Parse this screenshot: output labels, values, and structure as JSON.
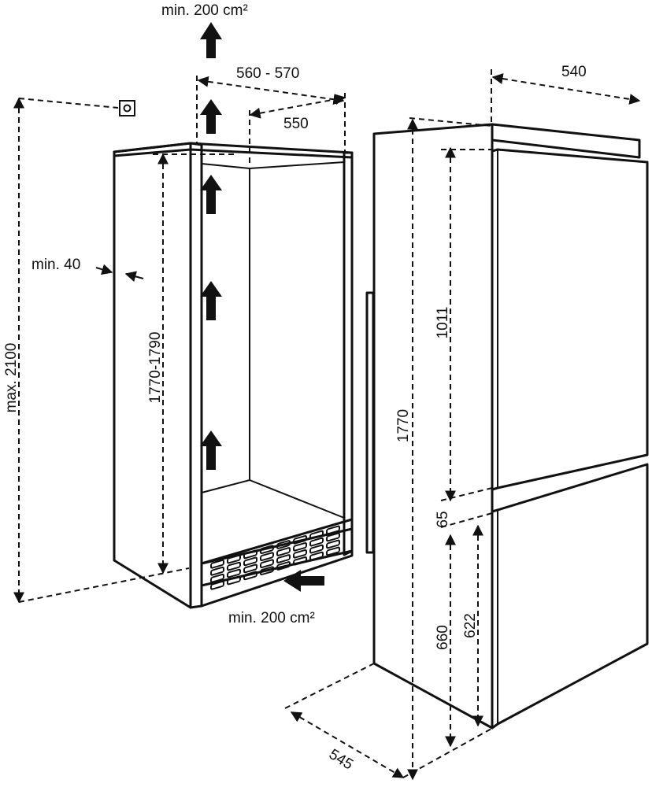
{
  "labels": {
    "top_vent": "min. 200 cm²",
    "bottom_vent": "min. 200 cm²",
    "niche_width": "560 - 570",
    "niche_depth": "550",
    "min_gap": "min. 40",
    "max_height": "max. 2100",
    "niche_height": "1770-1790",
    "appliance_width": "540",
    "upper_door": "1011",
    "appliance_height": "1770",
    "door_gap": "65",
    "lower_door": "622",
    "lower_section": "660",
    "appliance_depth": "545"
  }
}
